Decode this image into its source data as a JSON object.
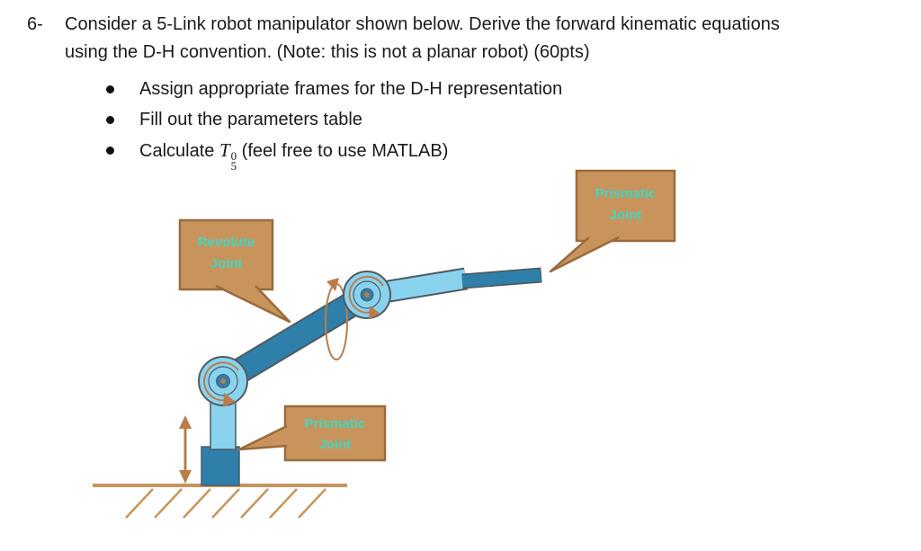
{
  "problem": {
    "number": "6-",
    "line1": "Consider a 5-Link robot manipulator shown below. Derive the forward kinematic equations",
    "line2": "using the D-H convention. (Note: this is not a planar robot) (60pts)",
    "bullet1": "Assign appropriate frames for the D-H representation",
    "bullet2": "Fill out the parameters table",
    "bullet3_pre": "Calculate ",
    "bullet3_math_base": "T",
    "bullet3_math_sup": "0",
    "bullet3_math_sub": "5",
    "bullet3_post": " (feel free to use MATLAB)"
  },
  "diagram": {
    "callout_revolute_line1": "Revolute",
    "callout_revolute_line2": "Joint",
    "callout_prismatic_end_line1": "Prismatic",
    "callout_prismatic_end_line2": "Joint",
    "callout_prismatic_base_line1": "Prismatic",
    "callout_prismatic_base_line2": "Joint",
    "colors": {
      "callout_fill": "#C8945C",
      "callout_border": "#9A6A3C",
      "callout_text": "#3FD6C2",
      "link_light": "#8AD3EF",
      "link_dark": "#2E7FAA",
      "outline": "#4F5B63",
      "ground": "#C8945C",
      "arrow": "#B97D4B"
    }
  }
}
